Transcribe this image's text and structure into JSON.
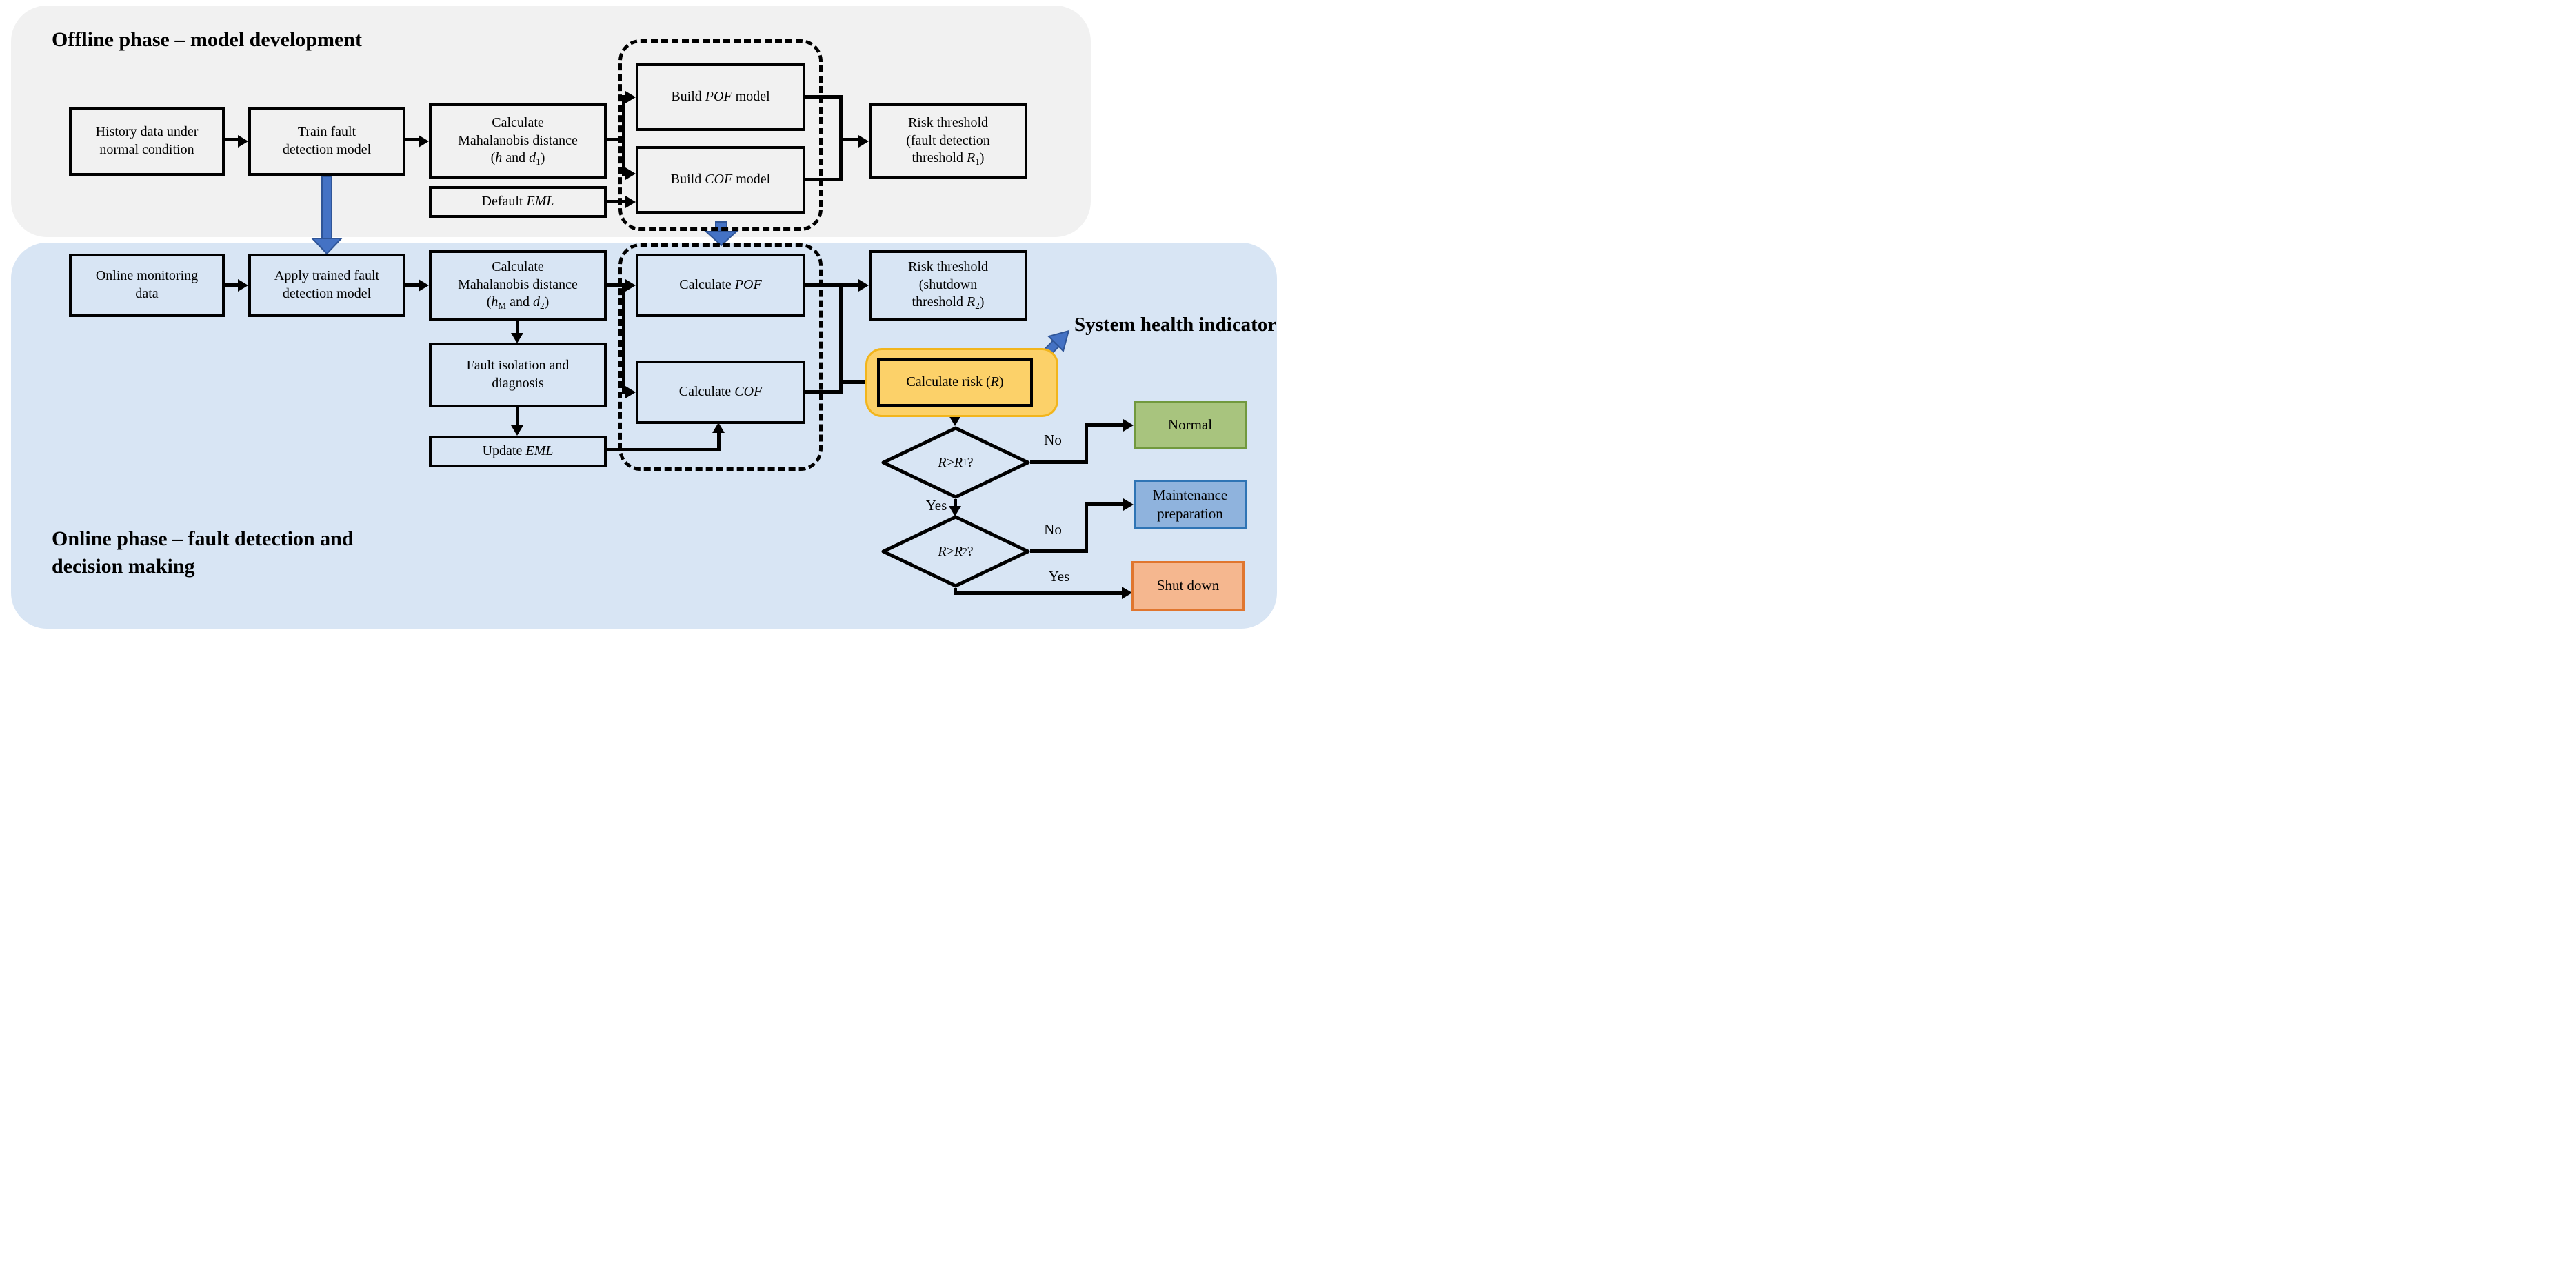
{
  "titles": {
    "offline": "Offline phase – model development",
    "online": "Online phase – fault detection and\ndecision making",
    "system_health": "System health indicator"
  },
  "boxes": {
    "history": "History data under\nnormal condition",
    "train": "Train fault\ndetection model",
    "calc_md1": {
      "l1": "Calculate\nMahalanobis distance",
      "open": "(",
      "v1": "h",
      "mid": " and ",
      "v2": "d",
      "s2": "1",
      "close": ")"
    },
    "default_eml": {
      "pre": "Default ",
      "v": "EML"
    },
    "build_pof": {
      "pre": "Build ",
      "v": "POF",
      "post": " model"
    },
    "build_cof": {
      "pre": "Build ",
      "v": "COF",
      "post": " model"
    },
    "risk1": {
      "l1": "Risk threshold\n(fault detection",
      "pre": "threshold ",
      "v": "R",
      "s": "1",
      "close": ")"
    },
    "online_data": "Online monitoring\ndata",
    "apply": "Apply trained fault\ndetection model",
    "calc_md2": {
      "l1": "Calculate\nMahalanobis distance",
      "open": "(",
      "v1": "h",
      "s1": "M",
      "mid": " and ",
      "v2": "d",
      "s2": "2",
      "close": ")"
    },
    "fault_iso": "Fault isolation and\ndiagnosis",
    "update_eml": {
      "pre": "Update ",
      "v": "EML"
    },
    "calc_pof": {
      "pre": "Calculate ",
      "v": "POF"
    },
    "calc_cof": {
      "pre": "Calculate ",
      "v": "COF"
    },
    "risk2": {
      "l1": "Risk threshold\n(shutdown",
      "pre": "threshold ",
      "v": "R",
      "s": "2",
      "close": ")"
    },
    "calc_risk": {
      "pre": "Calculate risk (",
      "v": "R",
      "close": ")"
    },
    "normal": "Normal",
    "maintenance": "Maintenance\npreparation",
    "shutdown": "Shut down"
  },
  "decisions": {
    "d1": {
      "v1": "R",
      "gt": "> ",
      "v2": "R",
      "s": "1",
      "q": "?",
      "no": "No",
      "yes": "Yes"
    },
    "d2": {
      "v1": "R",
      "gt": "> ",
      "v2": "R",
      "s": "2",
      "q": "?",
      "no": "No",
      "yes": "Yes"
    }
  },
  "colors": {
    "offline_panel": "#f1f1f1",
    "online_panel": "#d8e5f4",
    "line_black": "#000000",
    "arrow_blue": "#4472c4",
    "arrow_blue_dark": "#2f5597",
    "highlight_fill": "#fcd169",
    "highlight_border": "#f2b51c",
    "normal_fill": "#a8c47e",
    "normal_border": "#71993e",
    "maintenance_fill": "#8fb3dd",
    "maintenance_border": "#2e74b5",
    "shutdown_fill": "#f5b78f",
    "shutdown_border": "#e0762f"
  }
}
